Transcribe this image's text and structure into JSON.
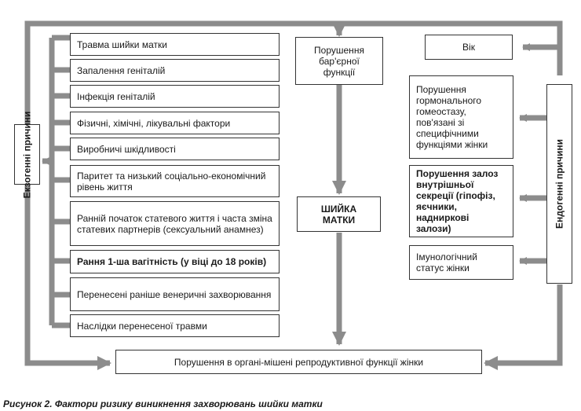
{
  "left_group": {
    "title": "Екзогенні причини",
    "items": [
      "Травма шийки матки",
      "Запалення геніталій",
      "Інфекція геніталій",
      "Фізичні, хімічні, лікувальні фактори",
      "Виробничі шкідливості",
      "Паритет та низький соціально-економічний рівень життя",
      "Ранній початок статевого життя і часта зміна статевих партнерів (сексуальний анамнез)",
      "Рання 1-ша вагітність (у віці до 18 років)",
      "Перенесені раніше венеричні захворювання",
      "Наслідки перенесеної травми"
    ]
  },
  "center": {
    "barrier": "Порушення бар'єрної функції",
    "cervix": "ШИЙКА МАТКИ"
  },
  "right_group": {
    "title": "Ендогенні причини",
    "age": "Вік",
    "hormonal": "Порушення гормонального гомеостазу, пов'язані зі специфічними функціями жінки",
    "glands": "Порушення залоз внутрішньої секреції (гіпофіз, яєчники, надниркові залози)",
    "immune": "Імунологічний статус жінки"
  },
  "bottom": "Порушення в органі-мішені репродуктивної функції жінки",
  "caption": "Рисунок 2. Фактори ризику виникнення захворювань шийки матки",
  "colors": {
    "arrow": "#8c8c8c",
    "border": "#333333"
  }
}
